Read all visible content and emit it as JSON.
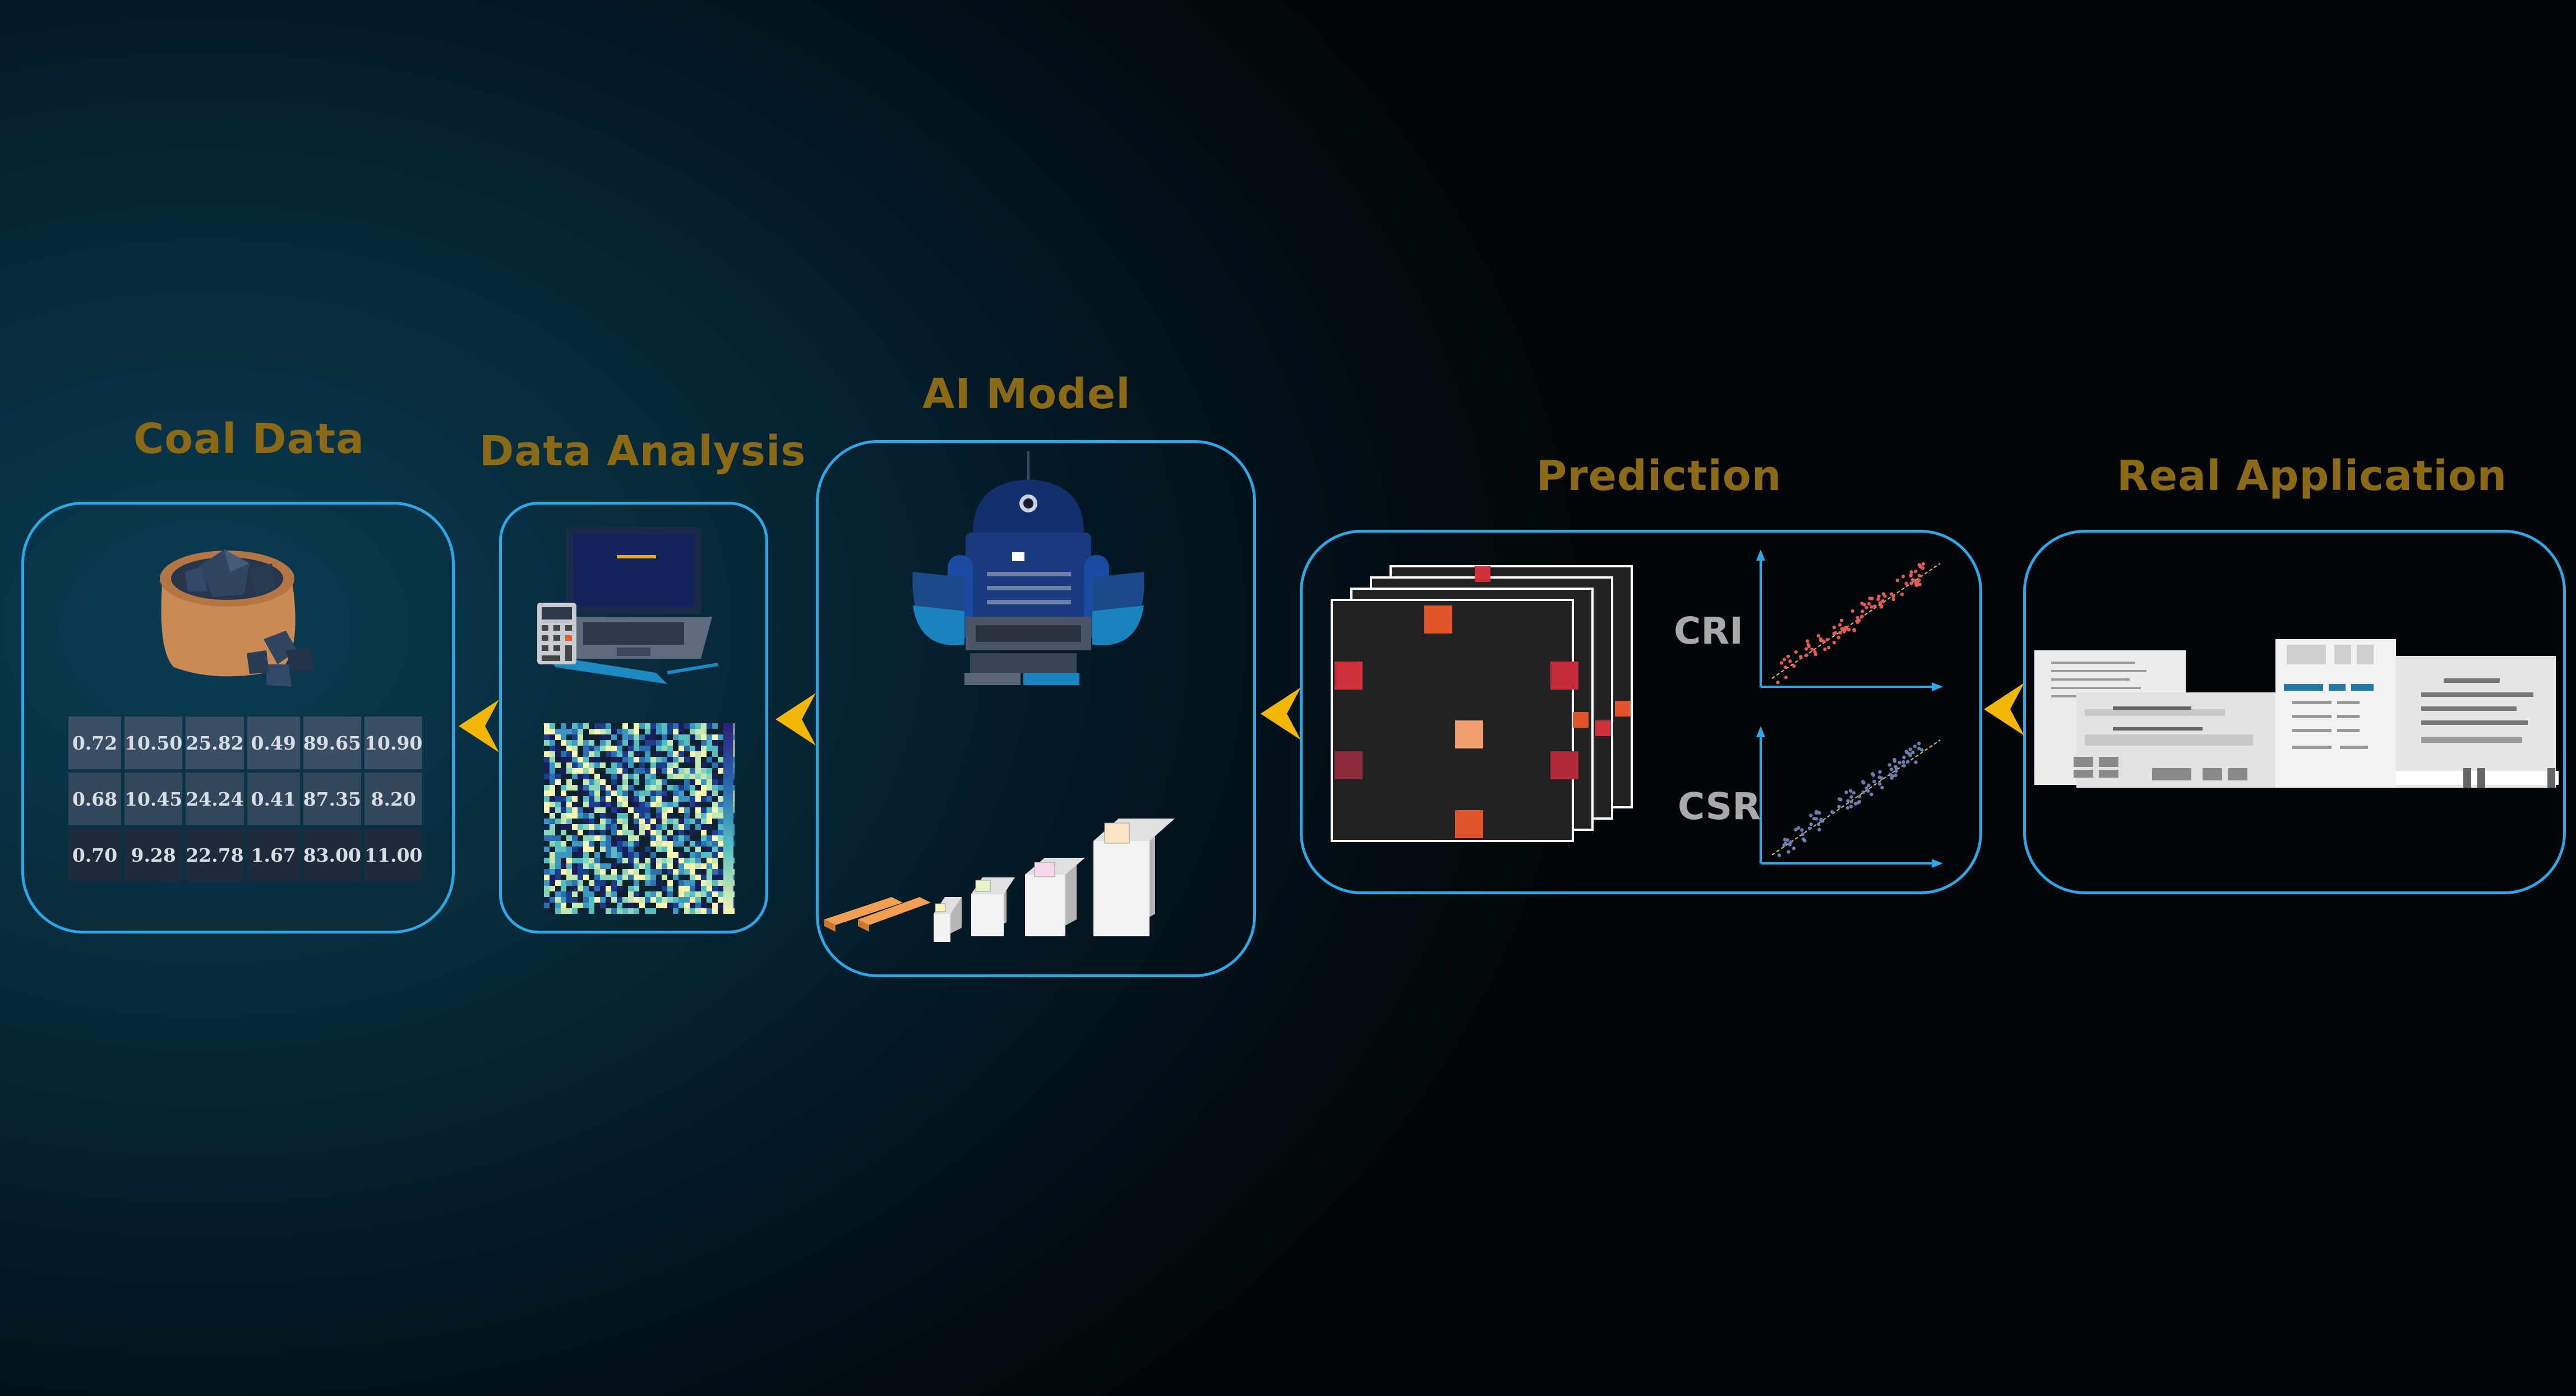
{
  "stages": {
    "coal_data": "Coal Data",
    "data_analysis": "Data Analysis",
    "ai_model": "AI Model",
    "prediction": "Prediction",
    "real_application": "Real Application"
  },
  "coal_table": [
    [
      "0.72",
      "10.50",
      "25.82",
      "0.49",
      "89.65",
      "10.90"
    ],
    [
      "0.68",
      "10.45",
      "24.24",
      "0.41",
      "87.35",
      "8.20"
    ],
    [
      "0.70",
      "9.28",
      "22.78",
      "1.67",
      "83.00",
      "11.00"
    ]
  ],
  "prediction_labels": {
    "cri": "CRI",
    "csr": "CSR"
  },
  "colors": {
    "title": "#8a6a14",
    "panel_border": "#2aa9e6",
    "arrow": "#f2b705"
  },
  "icons": [
    "coal-sack-icon",
    "laptop-icon",
    "calculator-icon",
    "robot-icon",
    "building-icon"
  ]
}
